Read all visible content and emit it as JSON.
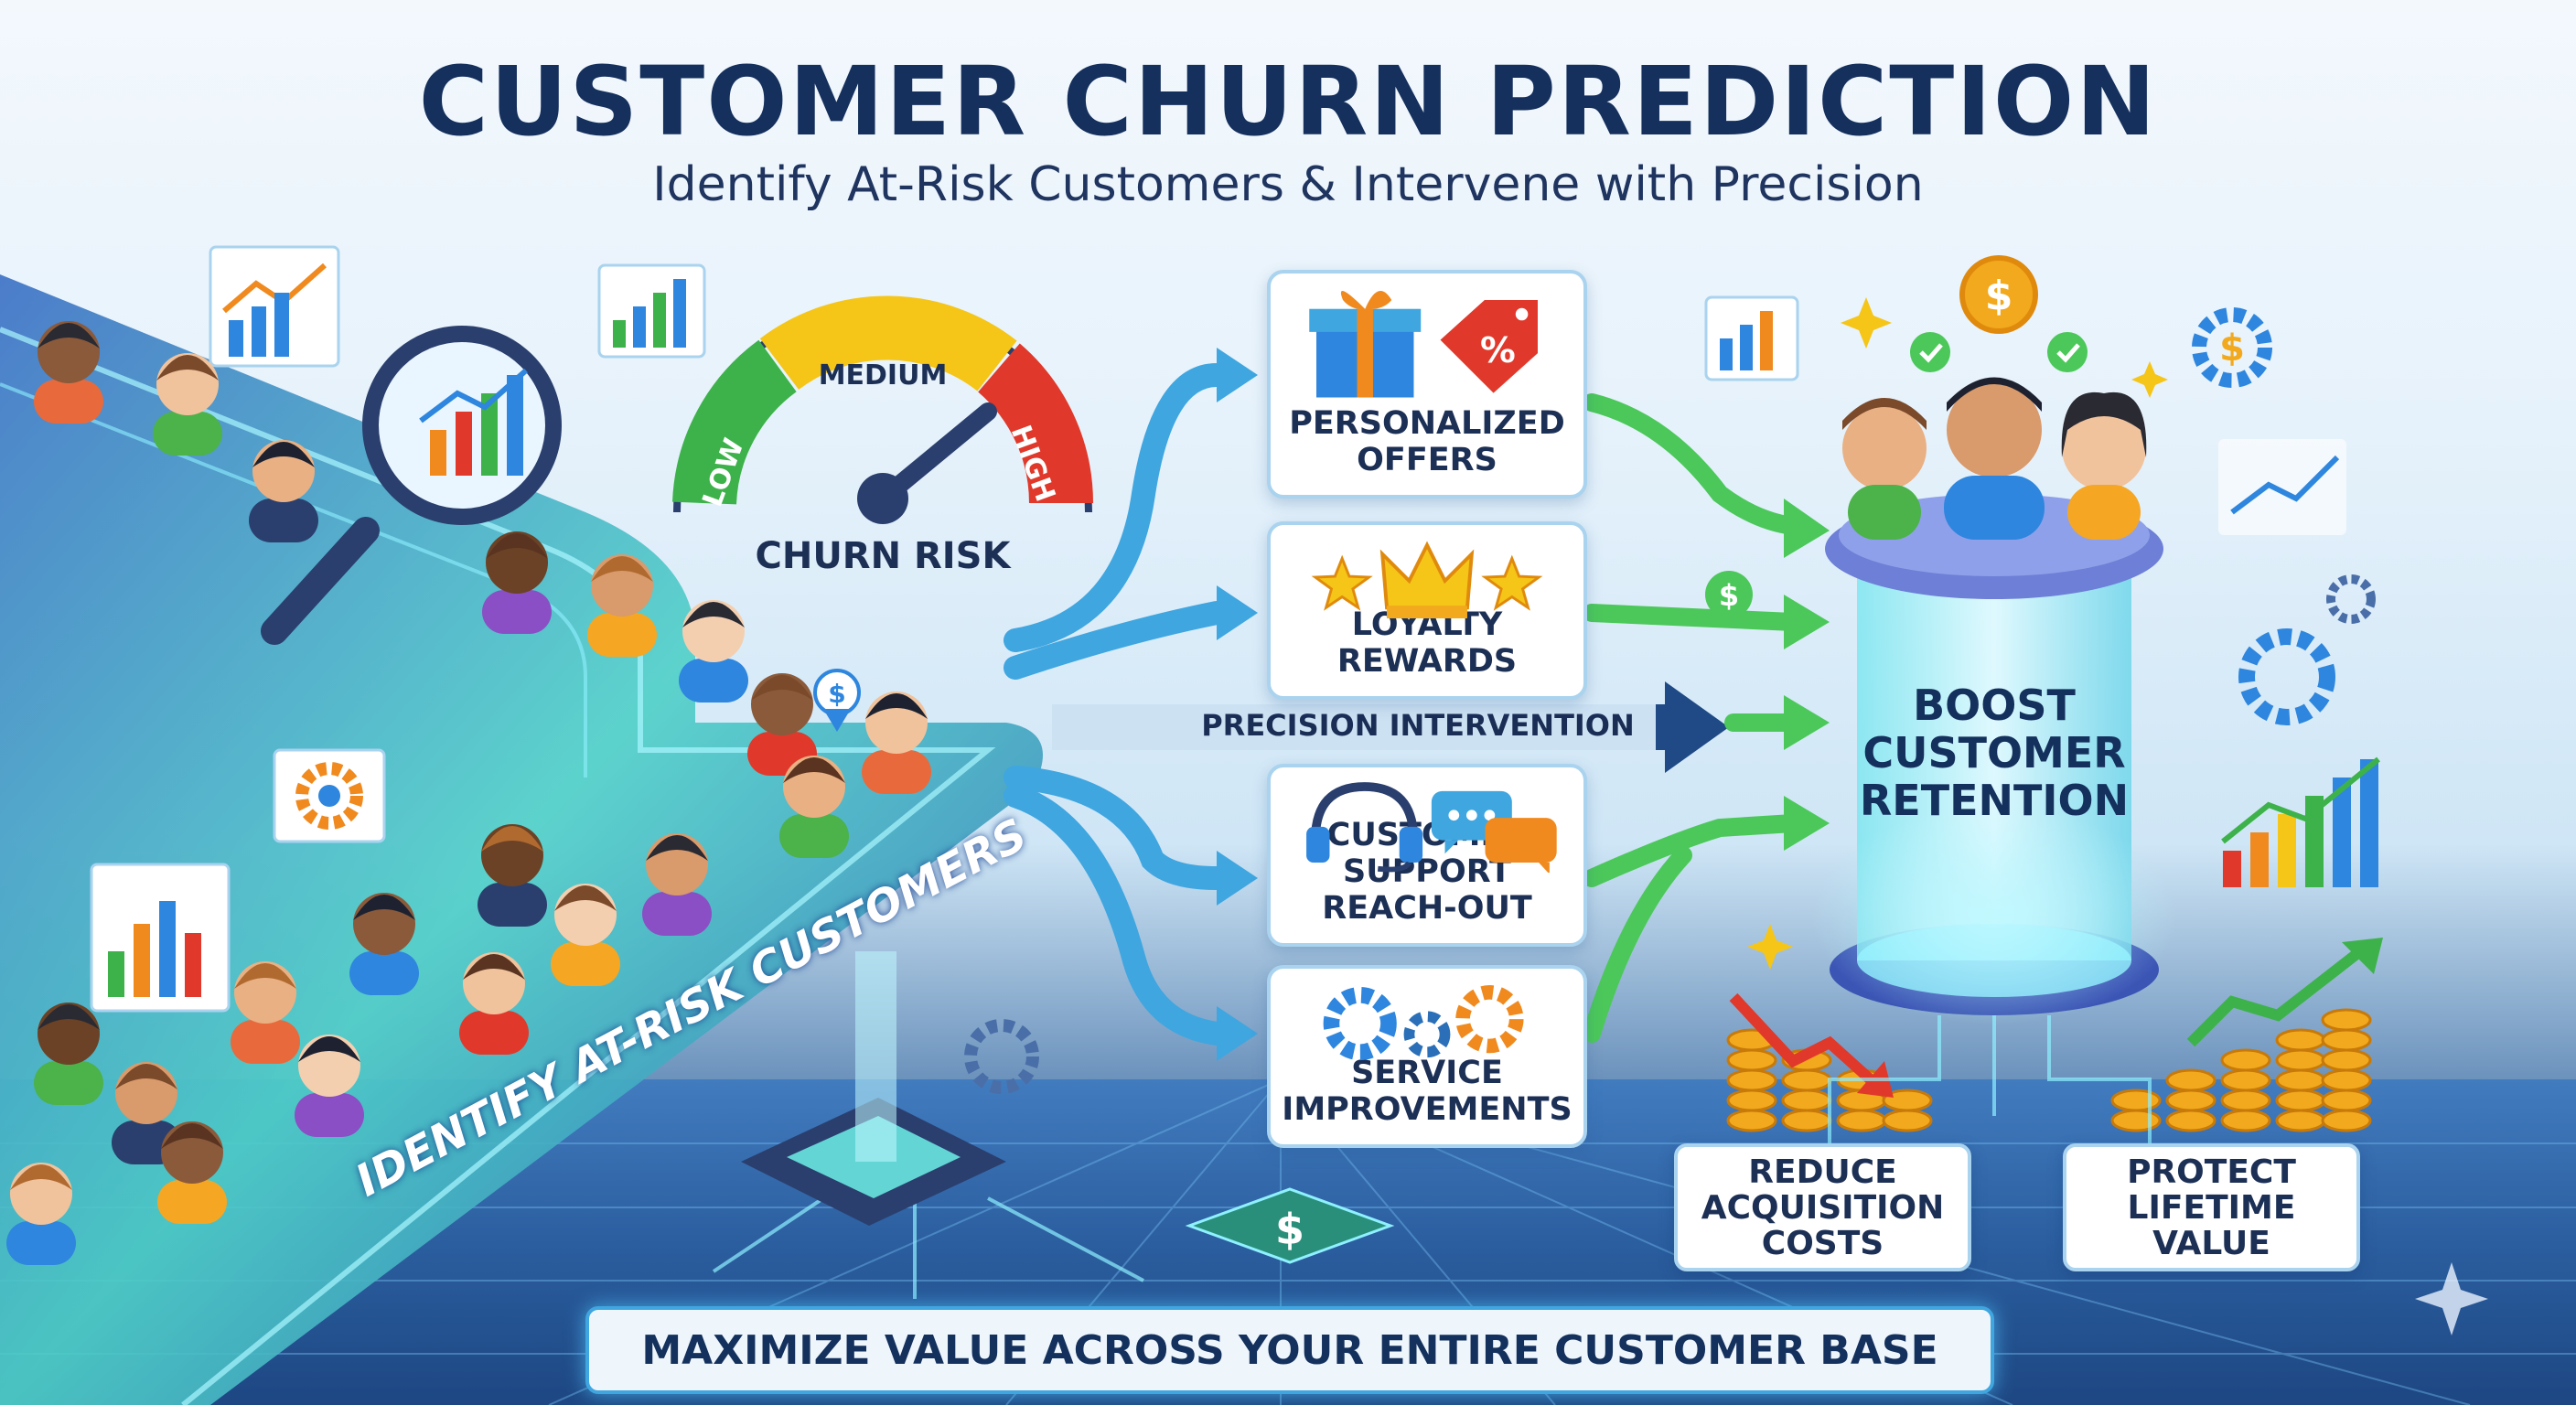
{
  "header": {
    "title": "CUSTOMER CHURN PREDICTION",
    "subtitle": "Identify At-Risk Customers & Intervene with Precision"
  },
  "identify_label": "IDENTIFY AT-RISK CUSTOMERS",
  "gauge": {
    "caption": "CHURN RISK",
    "low": "LOW",
    "medium": "MEDIUM",
    "high": "HIGH"
  },
  "precision_label": "PRECISION INTERVENTION",
  "interventions": [
    {
      "label": "PERSONALIZED\nOFFERS"
    },
    {
      "label": "LOYALTY\nREWARDS"
    },
    {
      "label": "CUSTOMER SUPPORT\nREACH-OUT"
    },
    {
      "label": "SERVICE\nIMPROVEMENTS"
    }
  ],
  "retention_label": "BOOST\nCUSTOMER\nRETENTION",
  "benefits": [
    {
      "label": "REDUCE\nACQUISITION\nCOSTS"
    },
    {
      "label": "PROTECT\nLIFETIME\nVALUE"
    }
  ],
  "banner": "MAXIMIZE VALUE ACROSS YOUR ENTIRE CUSTOMER BASE",
  "glyphs": {
    "dollar": "$",
    "percent": "%"
  },
  "colors": {
    "navy": "#15305d",
    "accent_blue": "#3fa6e0",
    "gauge_green": "#3db24a",
    "gauge_yellow": "#f5c518",
    "gauge_orange": "#f08a1e",
    "gauge_red": "#e0392b",
    "arrow_green": "#4cc85a",
    "coin_gold": "#f2a91d"
  },
  "icons": [
    "magnifier-chart-icon",
    "gift-icon",
    "discount-tag-icon",
    "crown-icon",
    "star-icon",
    "headset-icon",
    "chat-bubbles-icon",
    "gear-icon",
    "dollar-coin-icon",
    "bar-chart-icon",
    "coin-stack-icon",
    "checkmark-icon",
    "microchip-icon",
    "sparkle-icon"
  ]
}
